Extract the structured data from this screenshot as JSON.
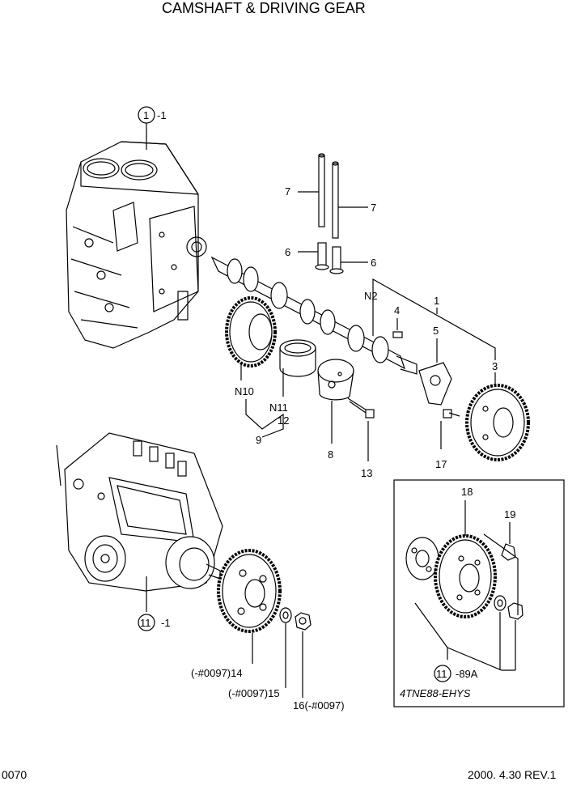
{
  "title": "CAMSHAFT & DRIVING GEAR",
  "footer": {
    "page_code": "0070",
    "revision": "2000. 4.30 REV.1"
  },
  "callouts": {
    "ref_cylinder_block_circle": "1",
    "ref_cylinder_block_suffix": "-1",
    "ref_pump_circle": "11",
    "ref_pump_suffix": "-1",
    "ref_inset_circle": "11",
    "ref_inset_suffix": "-89A"
  },
  "parts": {
    "p1": "1",
    "p3": "3",
    "p4": "4",
    "p5": "5",
    "p6a": "6",
    "p6b": "6",
    "p7a": "7",
    "p7b": "7",
    "p8": "8",
    "p9": "9",
    "p12": "12",
    "p13": "13",
    "p14": "(-#0097)14",
    "p15": "(-#0097)15",
    "p16": "16(-#0097)",
    "p17": "17",
    "p18": "18",
    "p19": "19",
    "n2": "N2",
    "n10": "N10",
    "n11": "N11"
  },
  "inset": {
    "model": "4TNE88-EHYS"
  }
}
